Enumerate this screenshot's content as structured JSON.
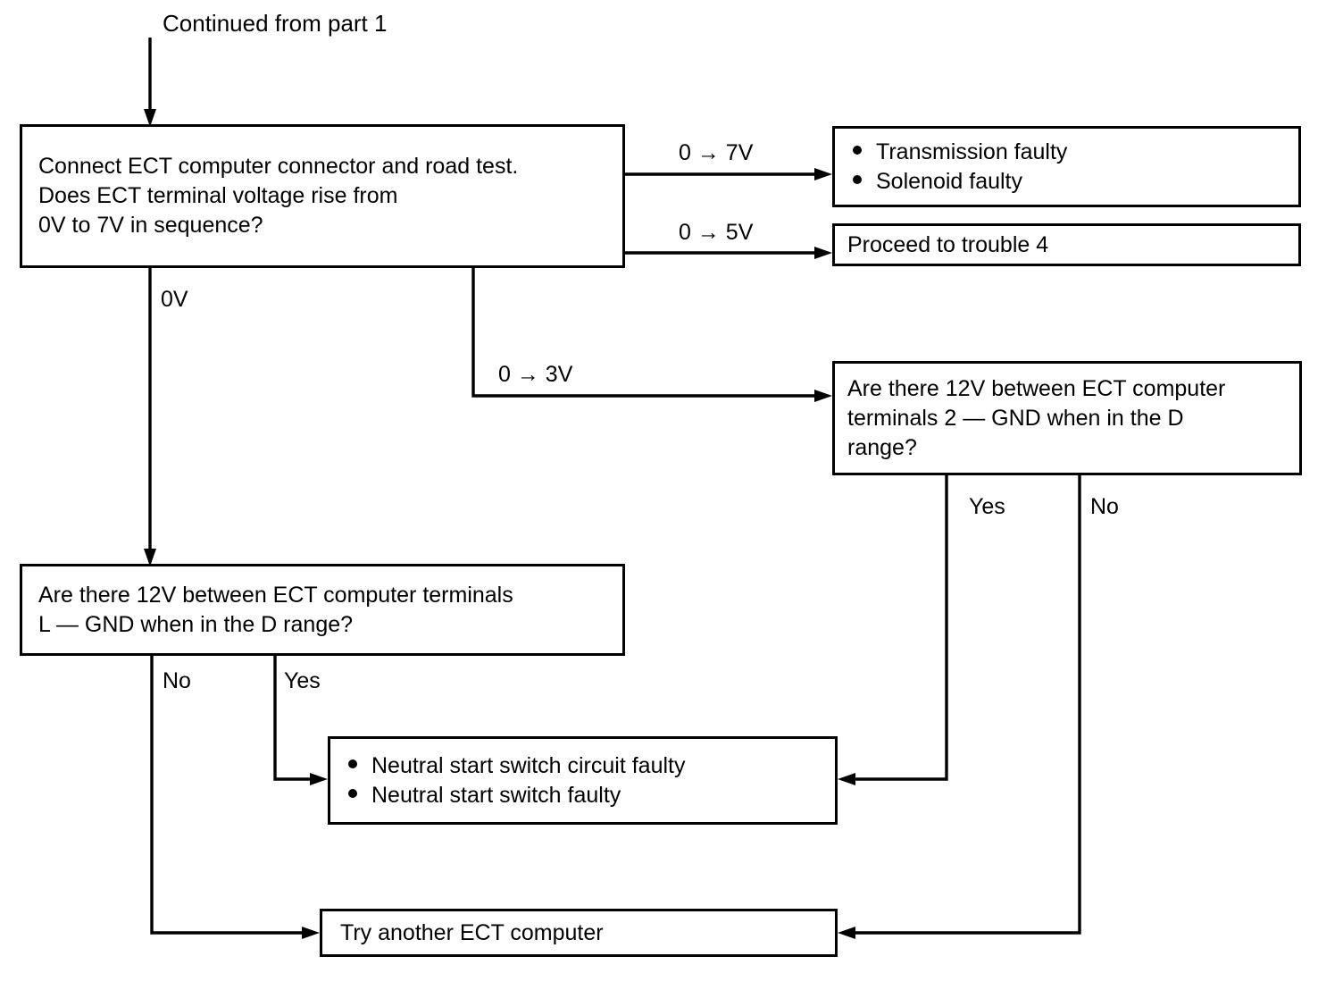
{
  "diagram": {
    "title_note": "Continued from part 1",
    "type": "flowchart",
    "nodes": {
      "entry_note": {
        "text": "Continued from part 1"
      },
      "q_road_test": {
        "lines": [
          "Connect ECT computer connector and road test.",
          "Does ECT terminal voltage rise from",
          "0V to 7V in sequence?"
        ]
      },
      "r_transmission": {
        "bullets": [
          "Transmission faulty",
          "Solenoid faulty"
        ]
      },
      "r_trouble4": {
        "lines": [
          "Proceed to trouble 4"
        ]
      },
      "q_terminal2": {
        "lines": [
          "Are there 12V between ECT computer",
          "terminals 2 — GND when in the D",
          "range?"
        ]
      },
      "q_terminal_l": {
        "lines": [
          "Are there 12V between ECT computer terminals",
          "L — GND when in the D range?"
        ]
      },
      "r_neutral": {
        "bullets": [
          "Neutral start switch circuit faulty",
          "Neutral start switch faulty"
        ]
      },
      "r_try_another": {
        "lines": [
          "Try another ECT computer"
        ]
      }
    },
    "edge_labels": {
      "v7": "0 → 7V",
      "v5": "0 → 5V",
      "v3": "0 → 3V",
      "v0": "0V",
      "t2_yes": "Yes",
      "t2_no": "No",
      "tl_no": "No",
      "tl_yes": "Yes"
    },
    "colors": {
      "stroke": "#000000",
      "background": "#ffffff",
      "text": "#000000"
    }
  }
}
